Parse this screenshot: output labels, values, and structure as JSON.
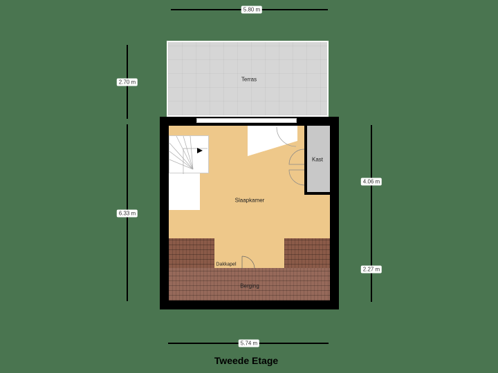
{
  "title": "Tweede Etage",
  "dimensions": {
    "top": "5.80 m",
    "bottom": "5.74 m",
    "left_upper": "2.70 m",
    "left_lower": "6.33 m",
    "right_upper": "4.06 m",
    "right_lower": "2.27 m"
  },
  "rooms": {
    "terras": "Terras",
    "slaapkamer": "Slaapkamer",
    "kast": "Kast",
    "dakkapel": "Dakkapel",
    "berging": "Berging"
  },
  "colors": {
    "background": "#4a7550",
    "wall": "#000000",
    "floor": "#eec88a",
    "terrace": "#d6d6d6",
    "roof_tiles": "#8a5a48"
  }
}
